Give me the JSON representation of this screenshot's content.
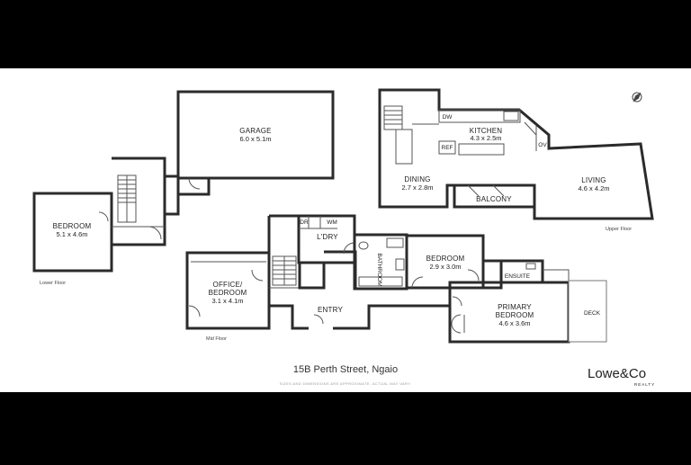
{
  "rooms": {
    "garage": {
      "name": "GARAGE",
      "dim": "6.0 x 5.1m"
    },
    "bedroom_lower": {
      "name": "BEDROOM",
      "dim": "5.1 x 4.6m"
    },
    "office": {
      "name": "OFFICE/",
      "name2": "BEDROOM",
      "dim": "3.1 x 4.1m"
    },
    "laundry": {
      "name": "L'DRY"
    },
    "dr": {
      "name": "DR"
    },
    "wm": {
      "name": "WM"
    },
    "bathroom": {
      "name": "BATHROOM"
    },
    "bedroom_mid": {
      "name": "BEDROOM",
      "dim": "2.9 x 3.0m"
    },
    "ensuite": {
      "name": "ENSUITE"
    },
    "entry": {
      "name": "ENTRY"
    },
    "primary": {
      "name": "PRIMARY",
      "name2": "BEDROOM",
      "dim": "4.6 x 3.6m"
    },
    "deck": {
      "name": "DECK"
    },
    "kitchen": {
      "name": "KITCHEN",
      "dim": "4.3 x 2.5m"
    },
    "dining": {
      "name": "DINING",
      "dim": "2.7 x 2.8m"
    },
    "living": {
      "name": "LIVING",
      "dim": "4.6 x 4.2m"
    },
    "balcony": {
      "name": "BALCONY"
    },
    "dw": {
      "name": "DW"
    },
    "ref": {
      "name": "REF"
    },
    "ov": {
      "name": "OV"
    }
  },
  "floors": {
    "lower": "Lower Floor",
    "mid": "Mid Floor",
    "upper": "Upper Floor"
  },
  "footer": {
    "address": "15B Perth Street, Ngaio",
    "disclaimer": "SIZES AND DIMENSIONS ARE APPROXIMATE, ACTUAL MAY VARY.",
    "brand": "Lowe&Co",
    "brand_sub": "REALTY"
  },
  "colors": {
    "bedroom_fill": "#f3f0a6",
    "wet_fill": "#d4e9f8",
    "paper": "#ffffff",
    "letterbox": "#000000"
  }
}
